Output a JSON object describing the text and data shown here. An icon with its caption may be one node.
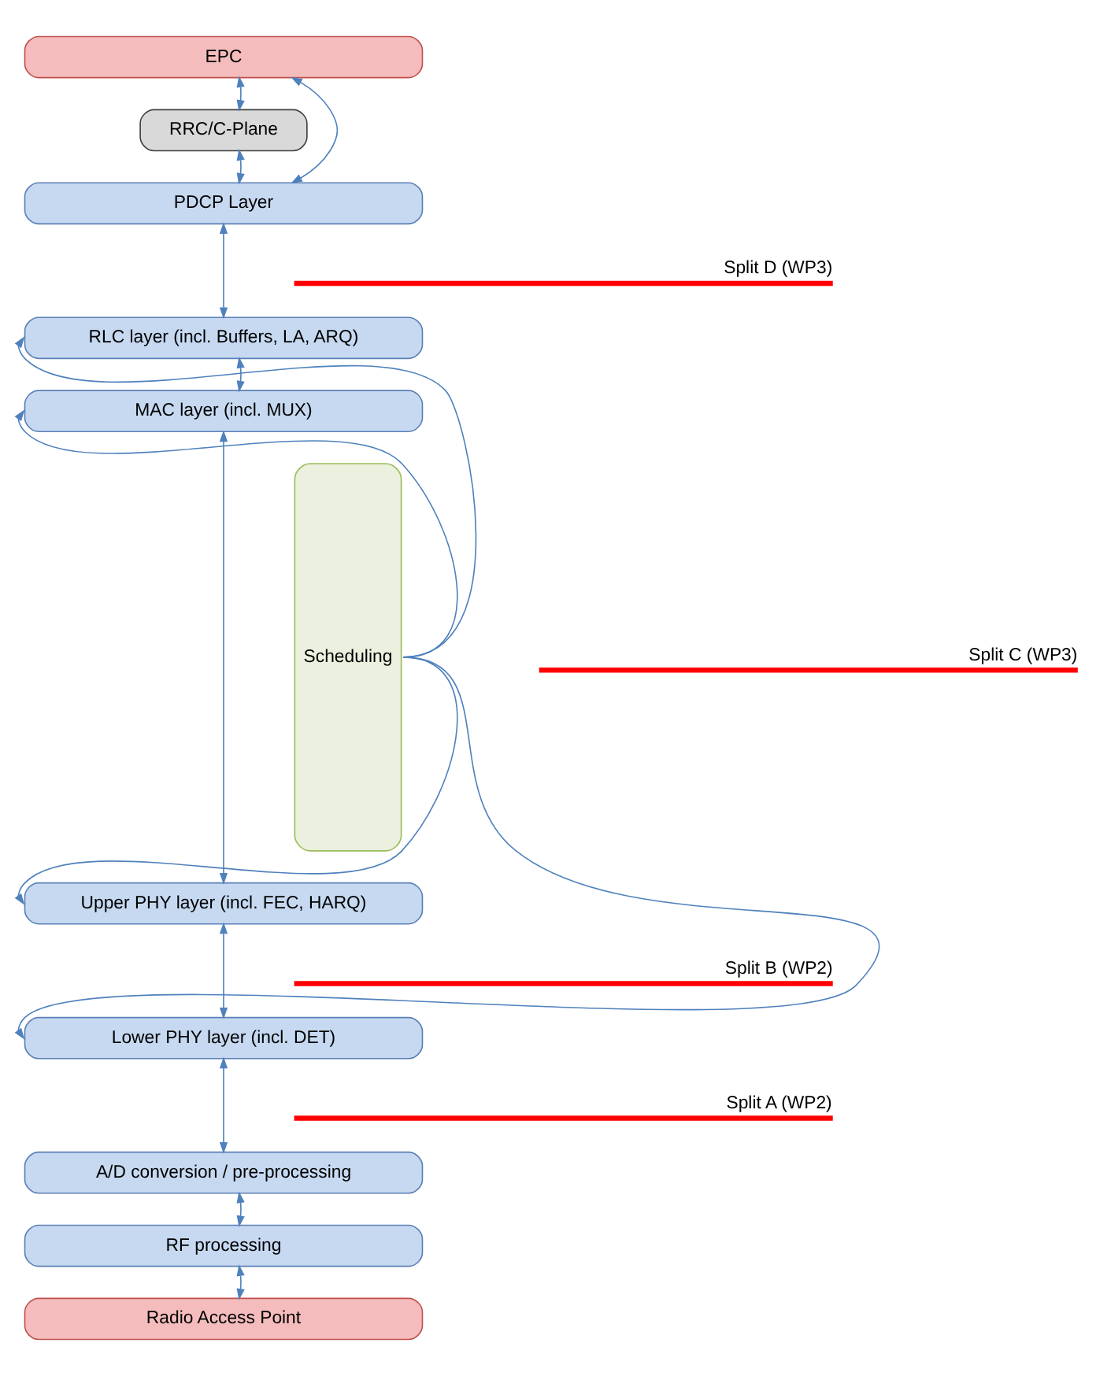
{
  "diagram": {
    "nodes": [
      {
        "text": [
          "EPC"
        ]
      },
      {
        "text": [
          "RRC/C-Plane"
        ]
      },
      {
        "text": [
          "PDCP Layer"
        ]
      },
      {
        "text": [
          "RLC layer (incl. Buffers, LA, ARQ)"
        ]
      },
      {
        "text": [
          "MAC layer (incl. MUX)"
        ]
      },
      {
        "text": [
          "Upper PHY layer (incl. FEC, HARQ)"
        ]
      },
      {
        "text": [
          "Lower PHY layer (incl. DET)"
        ]
      },
      {
        "text": [
          "A/D conversion / pre-processing"
        ]
      },
      {
        "text": [
          "RF processing"
        ]
      },
      {
        "text": [
          "Radio Access Point"
        ]
      },
      {
        "text": [
          "Scheduling"
        ]
      }
    ],
    "edges": [
      {
        "from": 0,
        "to": 1,
        "arrow": "both"
      },
      {
        "from": 1,
        "to": 2,
        "arrow": "both"
      },
      {
        "from": 0,
        "to": 2,
        "arrow": "both"
      },
      {
        "from": 2,
        "to": 3,
        "arrow": "both"
      },
      {
        "from": 3,
        "to": 4,
        "arrow": "both"
      },
      {
        "from": 4,
        "to": 5,
        "arrow": "both"
      },
      {
        "from": 5,
        "to": 6,
        "arrow": "both"
      },
      {
        "from": 6,
        "to": 7,
        "arrow": "both"
      },
      {
        "from": 7,
        "to": 8,
        "arrow": "both"
      },
      {
        "from": 8,
        "to": 9,
        "arrow": "both"
      },
      {
        "from": 10,
        "to": 3,
        "arrow": "to"
      },
      {
        "from": 10,
        "to": 4,
        "arrow": "to"
      },
      {
        "from": 10,
        "to": 5,
        "arrow": "to"
      },
      {
        "from": 10,
        "to": 6,
        "arrow": "to"
      }
    ],
    "labels": [
      "Split D (WP3)",
      "Split C (WP3)",
      "Split B (WP2)",
      "Split A (WP2)"
    ]
  }
}
